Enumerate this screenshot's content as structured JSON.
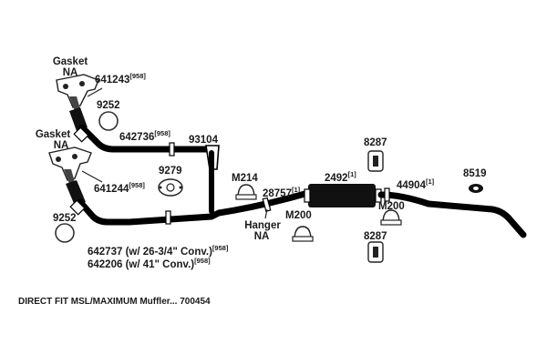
{
  "labels": {
    "gasket_top": "Gasket",
    "na_top": "NA",
    "p641243": "641243",
    "p641243_sup": "[958]",
    "p9252_top": "9252",
    "p642736": "642736",
    "p642736_sup": "[958]",
    "p93104": "93104",
    "gasket_mid": "Gasket",
    "na_mid": "NA",
    "p9279": "9279",
    "p641244": "641244",
    "p641244_sup": "[958]",
    "m214": "M214",
    "p28757": "28757",
    "p28757_sup": "[1]",
    "p2492": "2492",
    "p2492_sup": "[1]",
    "p8287_top": "8287",
    "p44904": "44904",
    "p44904_sup": "[1]",
    "p8519": "8519",
    "p9252_bot": "9252",
    "hanger": "Hanger",
    "na_hanger": "NA",
    "m200_left": "M200",
    "m200_right": "M200",
    "p8287_bot": "8287",
    "p642737": "642737 (w/ 26-3/4\" Conv.)",
    "p642737_sup": "[958]",
    "p642206": "642206 (w/ 41\" Conv.)",
    "p642206_sup": "[958]"
  },
  "caption": "DIRECT FIT MSL/MAXIMUM Muffler... 700454"
}
